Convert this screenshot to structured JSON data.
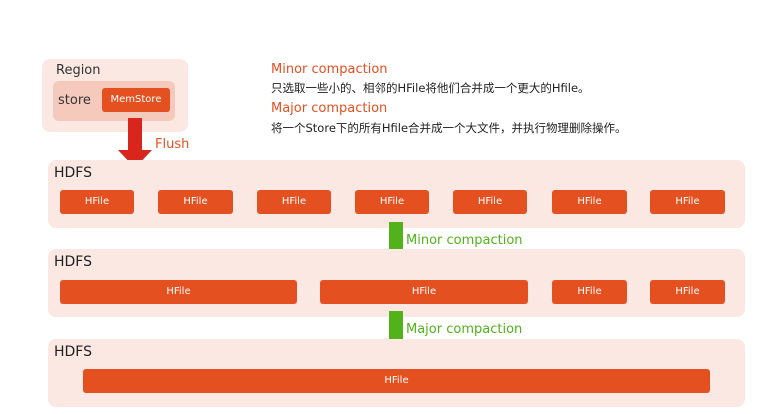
{
  "region": {
    "label": "Region",
    "store_label": "store",
    "memstore_label": "MemStore",
    "flush_label": "Flush"
  },
  "notes": {
    "minor_title": "Minor compaction",
    "minor_text": "只选取一些小的、相邻的HFile将他们合并成一个更大的Hfile。",
    "major_title": "Major compaction",
    "major_text": "将一个Store下的所有Hfile合并成一个大文件，并执行物理删除操作。"
  },
  "hdfs_rows": [
    {
      "label": "HDFS",
      "files": [
        "HFile",
        "HFile",
        "HFile",
        "HFile",
        "HFile",
        "HFile",
        "HFile"
      ]
    },
    {
      "label": "HDFS",
      "files": [
        "HFile",
        "HFile",
        "HFile",
        "HFile"
      ]
    },
    {
      "label": "HDFS",
      "files": [
        "HFile"
      ]
    }
  ],
  "arrows": {
    "minor_label": "Minor compaction",
    "major_label": "Major compaction"
  },
  "colors": {
    "accent": "#e4501f",
    "flush_arrow": "#d9261c",
    "compaction_arrow": "#52b21a",
    "panel": "#fbe8e3"
  }
}
